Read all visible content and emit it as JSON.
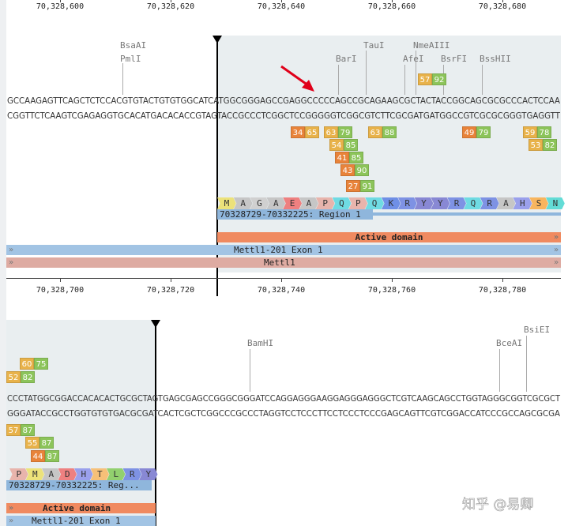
{
  "block1": {
    "ruler_top": [
      "70,328,600",
      "70,328,620",
      "70,328,640",
      "70,328,660",
      "70,328,680"
    ],
    "ruler_bottom": [
      "70,328,700",
      "70,328,720",
      "70,328,740",
      "70,328,760",
      "70,328,780"
    ],
    "enzymes": [
      "BsaAI",
      "PmlI",
      "BarI",
      "TauI",
      "NmeAIII",
      "AfeI",
      "BsrFI",
      "BssHII"
    ],
    "seq_top": "GCCAAGAGTTCAGCTCTCCACGTGTACTGTGTGGCATCATGGCGGGAGCCGAGGCCCCCAGCCGCAGAAGCGCTACTACCGGCAGCGCGCCCACTCCAA",
    "seq_bottom": "CGGTTCTCAAGTCGAGAGGTGCACATGACACACCGTAGTACCGCCCTCGGCTCCGGGGGTCGGCGTCTTCGCGATGATGGCCGTCGCGCGGGTGAGGTT",
    "primers": [
      [
        "57",
        "92"
      ],
      [
        "34",
        "65"
      ],
      [
        "63",
        "79"
      ],
      [
        "63",
        "88"
      ],
      [
        "49",
        "79"
      ],
      [
        "59",
        "78"
      ],
      [
        "53",
        "82"
      ],
      [
        "54",
        "85"
      ],
      [
        "41",
        "85"
      ],
      [
        "43",
        "90"
      ],
      [
        "27",
        "91"
      ]
    ],
    "amino_acids": [
      "M",
      "A",
      "G",
      "A",
      "E",
      "A",
      "P",
      "Q",
      "P",
      "Q",
      "K",
      "R",
      "Y",
      "Y",
      "R",
      "Q",
      "R",
      "A",
      "H",
      "S",
      "N"
    ],
    "region_label": "70328729-70332225: Region 1",
    "active_domain": "Active domain",
    "exon": "Mettl1-201 Exon 1",
    "gene": "Mettl1"
  },
  "block2": {
    "enzymes": [
      "BamHI",
      "BceAI",
      "BsiEI"
    ],
    "seq_top": "CCCTATGGCGGACCACACACTGCGCTAGTGAGCGAGCCGGGCGGGATCCAGGAGGGAAGGAGGGAGGGCTCGTCAAGCAGCCTGGTAGGGCGGTCGCGCT",
    "seq_bottom": "GGGATACCGCCTGGTGTGTGACGCGATCACTCGCTCGGCCCGCCCTAGGTCCTCCCTTCCTCCCTCCCGAGCAGTTCGTCGGACCATCCCGCCAGCGCGA",
    "primers": [
      [
        "60",
        "75"
      ],
      [
        "52",
        "82"
      ],
      [
        "57",
        "87"
      ],
      [
        "55",
        "87"
      ],
      [
        "44",
        "87"
      ]
    ],
    "amino_acids": [
      "P",
      "M",
      "A",
      "D",
      "H",
      "T",
      "L",
      "R",
      "Y"
    ],
    "region_label": "70328729-70332225: Reg...",
    "active_domain": "Active domain",
    "exon": "Mettl1-201 Exon 1"
  },
  "chevron": "»",
  "watermark": "知乎 @易卿",
  "colors": {
    "primer_low": "#e8833a",
    "primer_mid": "#e8b24a",
    "primer_high": "#8cc45a",
    "active_domain": "#f08a60",
    "exon": "#a2c4e4",
    "gene": "#deaba2",
    "annotation_arrow": "#e0001a",
    "cursor": "#000000"
  }
}
